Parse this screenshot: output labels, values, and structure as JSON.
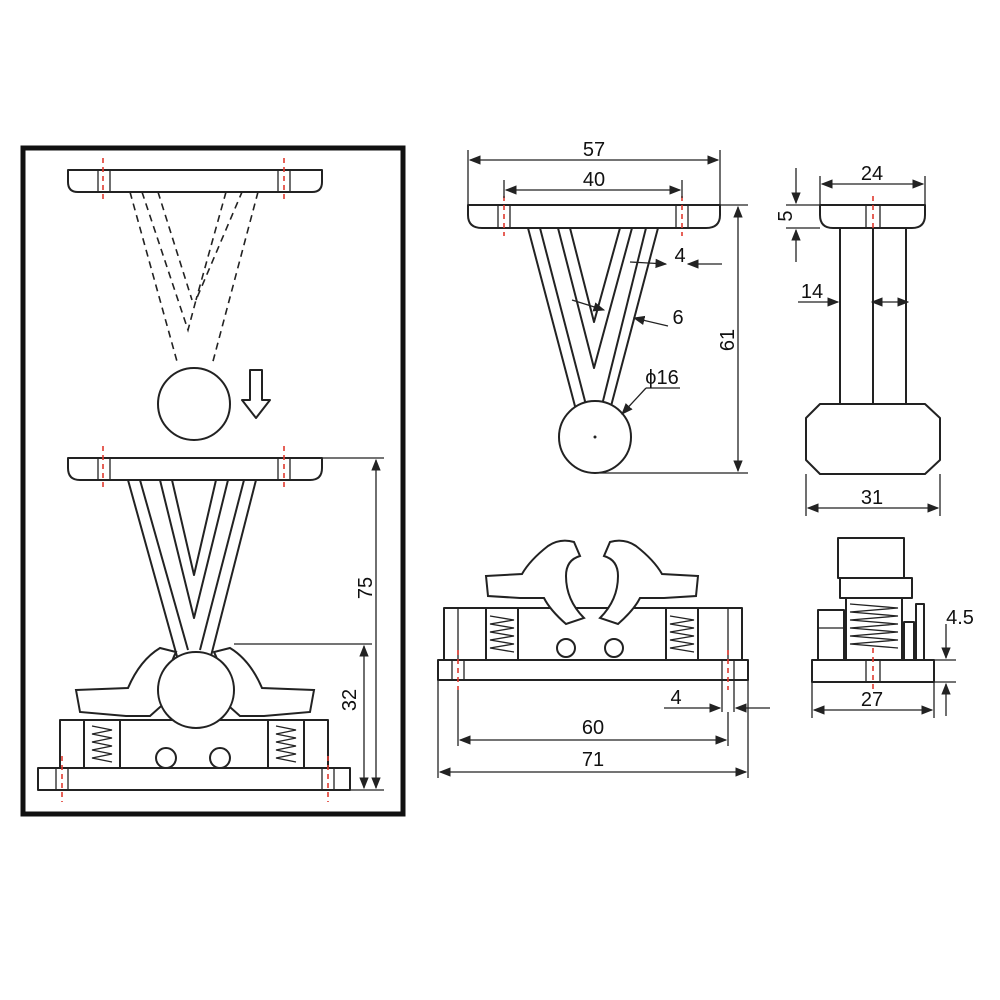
{
  "dimensions": {
    "v75": "75",
    "v32": "32",
    "d57": "57",
    "d40": "40",
    "d4_top": "4",
    "d6": "6",
    "phi16": "ϕ16",
    "d61": "61",
    "d24": "24",
    "d5": "5",
    "d14": "14",
    "d31": "31",
    "d4_bottom": "4",
    "d60": "60",
    "d71": "71",
    "d4_5": "4.5",
    "d27": "27"
  },
  "icons": {
    "down_arrow": "down-arrow-icon"
  }
}
